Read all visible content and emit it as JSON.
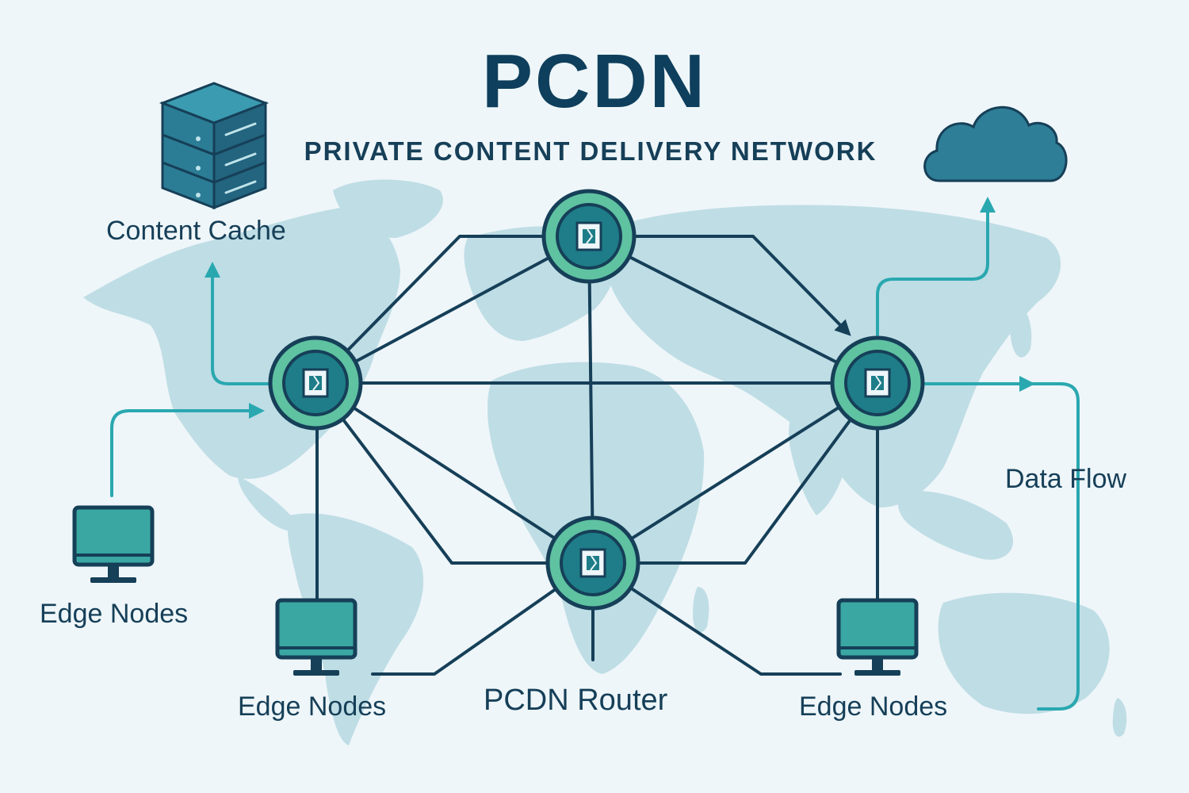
{
  "title": "PCDN",
  "subtitle": "PRIVATE CONTENT DELIVERY NETWORK",
  "labels": {
    "content_cache": "Content Cache",
    "edge_nodes_left": "Edge Nodes",
    "edge_nodes_bottom_left": "Edge Nodes",
    "pcdn_router": "PCDN Router",
    "edge_nodes_bottom_right": "Edge Nodes",
    "data_flow": "Data Flow"
  },
  "colors": {
    "background": "#eef6f9",
    "map": "#bfdde5",
    "link": "#163f58",
    "flow_arrow": "#2aa8b0",
    "node_ring": "#5fc2a1",
    "node_core": "#1e7d88",
    "monitor": "#3aa7a2",
    "server": "#236f86",
    "cloud": "#2d7e96"
  },
  "icons": [
    "server-icon",
    "cloud-icon",
    "monitor-icon",
    "router-node-icon"
  ]
}
